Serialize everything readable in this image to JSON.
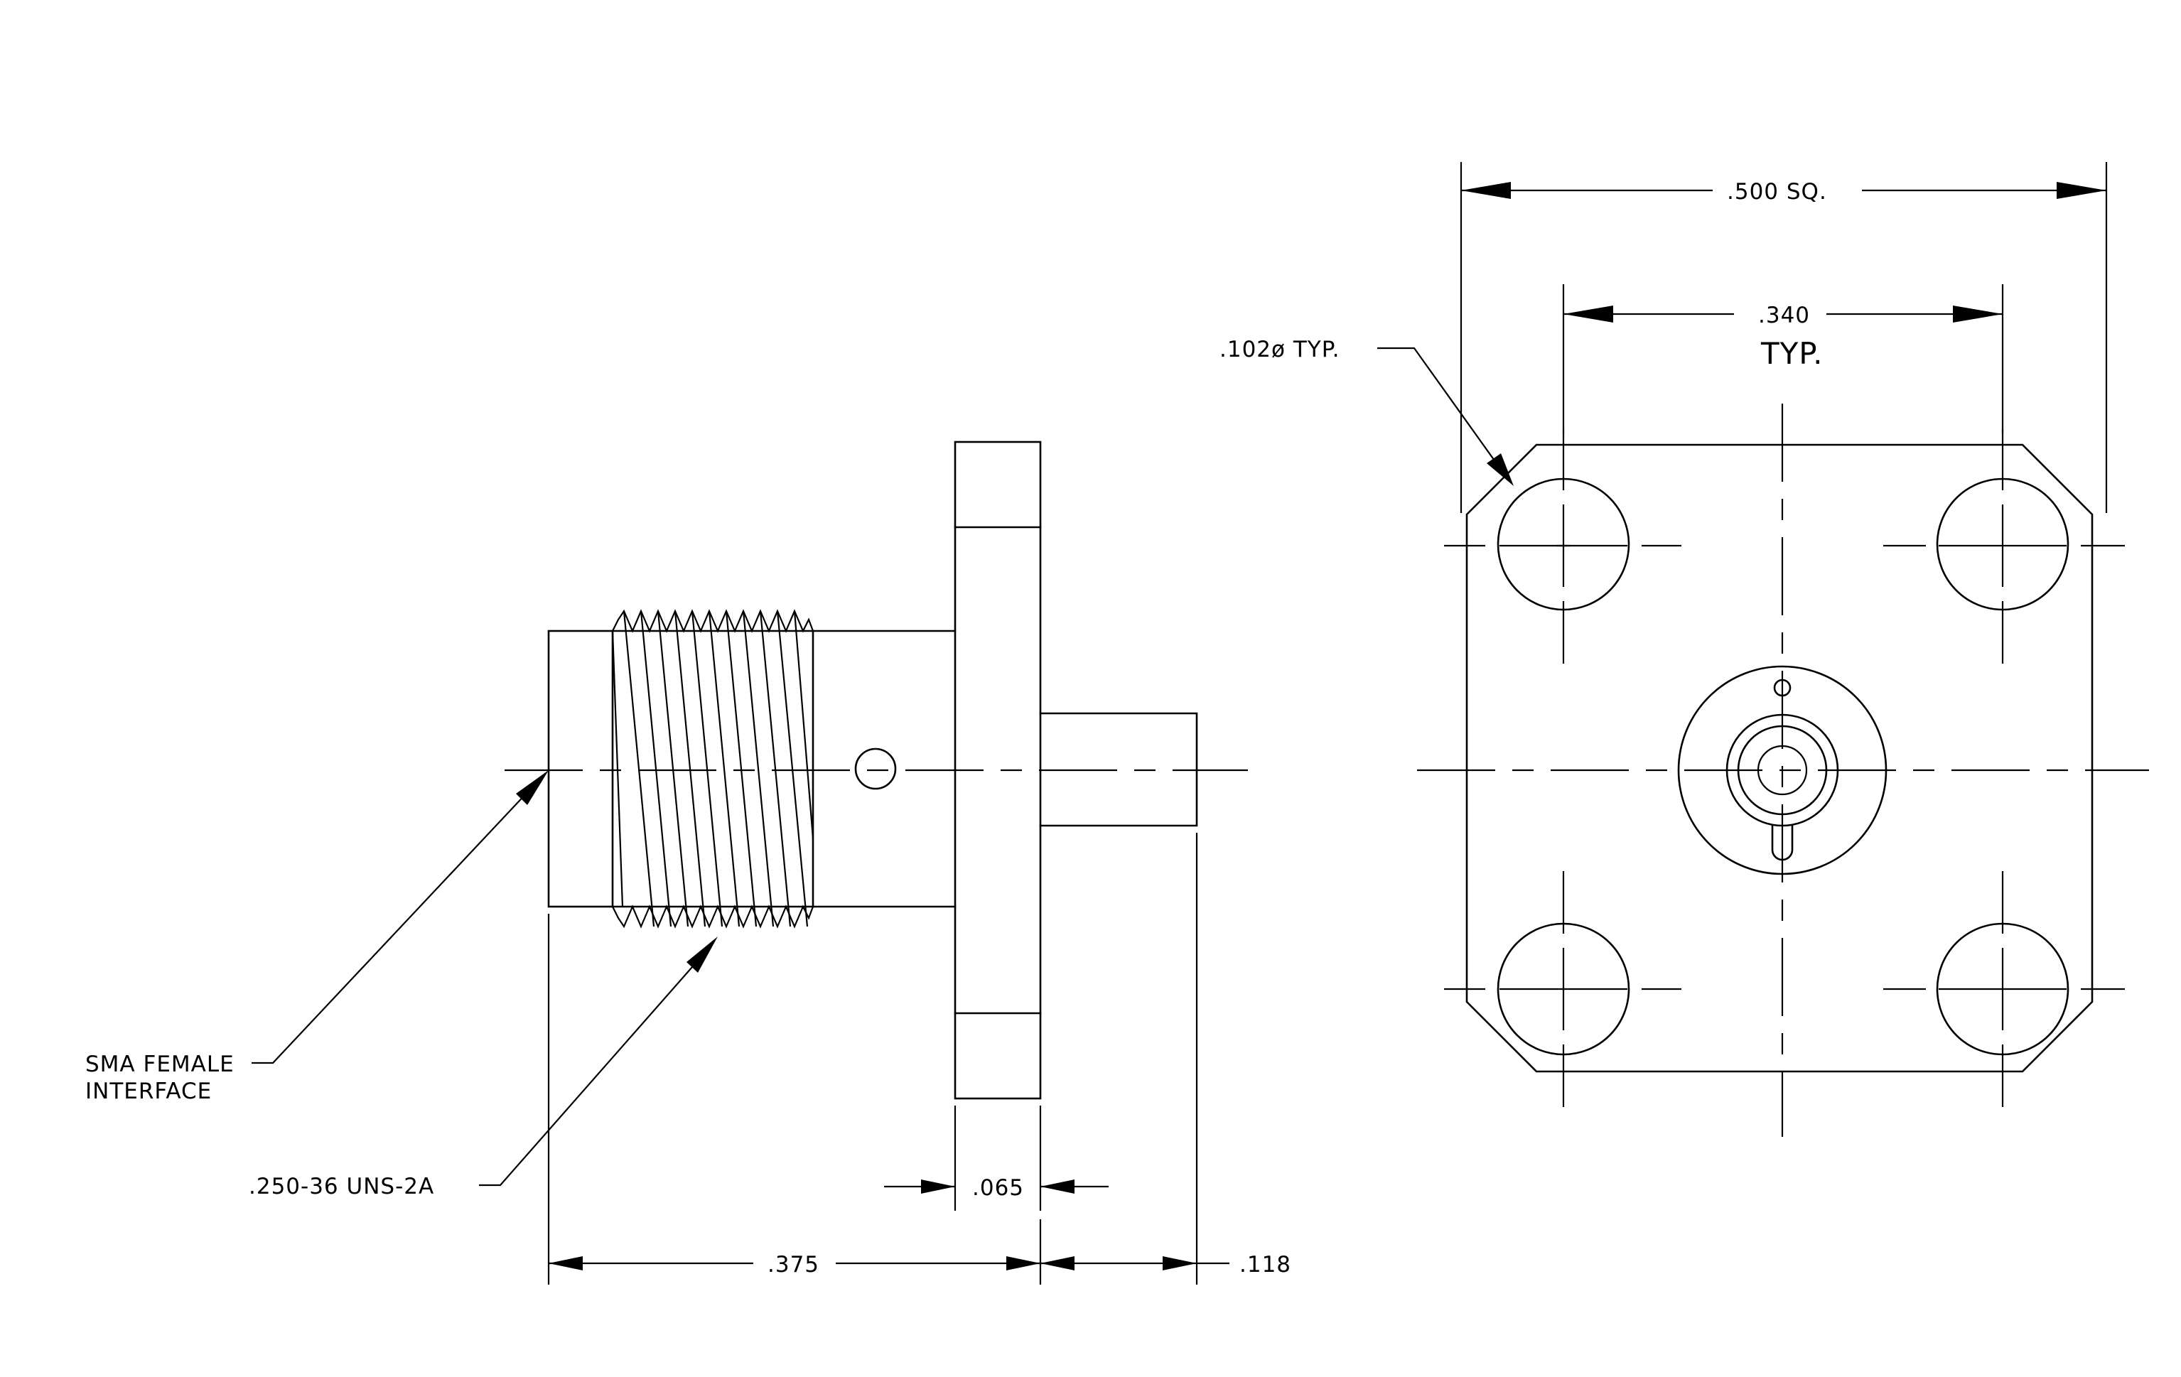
{
  "labels": {
    "sma_interface_line1": "SMA FEMALE",
    "sma_interface_line2": "INTERFACE",
    "thread_spec": ".250-36 UNS-2A",
    "flange_thickness": ".065",
    "body_length": ".375",
    "pin_length": ".118",
    "flange_square": ".500 SQ.",
    "hole_spacing": ".340",
    "hole_spacing_typ": "TYP.",
    "hole_diameter": ".102ø TYP."
  }
}
